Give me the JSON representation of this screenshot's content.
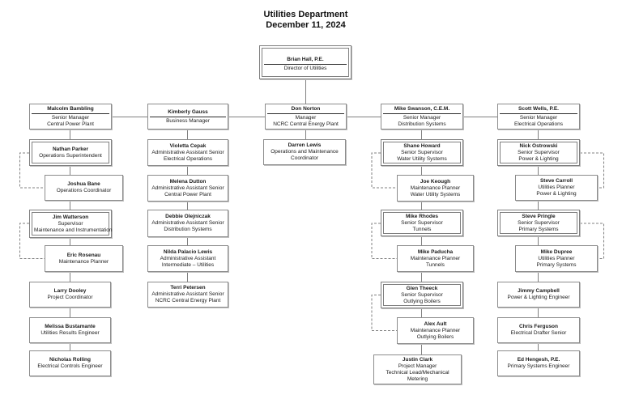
{
  "title": {
    "line1": "Utilities Department",
    "line2": "December 11, 2024"
  },
  "director": {
    "name": "Brian Hall, P.E.",
    "lines": [
      "Director of Utilities"
    ]
  },
  "managers": [
    {
      "name": "Malcolm Bambling",
      "lines": [
        "Senior Manager",
        "Central Power Plant"
      ]
    },
    {
      "name": "Kimberly Gauss",
      "lines": [
        "Business Manager"
      ]
    },
    {
      "name": "Don Norton",
      "lines": [
        "Manager",
        "NCRC Central Energy Plant"
      ]
    },
    {
      "name": "Mike Swanson, C.E.M.",
      "lines": [
        "Senior Manager",
        "Distribution Systems"
      ]
    },
    {
      "name": "Scott Wells, P.E.",
      "lines": [
        "Senior Manager",
        "Electrical Operations"
      ]
    }
  ],
  "columns": [
    [
      {
        "name": "Nathan Parker",
        "lines": [
          "Operations Superintendent"
        ]
      },
      {
        "name": "Joshua Bane",
        "lines": [
          "Operations Coordinator"
        ]
      },
      {
        "name": "Jim Watterson",
        "lines": [
          "Supervisor",
          "Maintenance and Instrumentation"
        ]
      },
      {
        "name": "Eric Rosenau",
        "lines": [
          "Maintenance Planner"
        ]
      },
      {
        "name": "Larry Dooley",
        "lines": [
          "Project Coordinator"
        ]
      },
      {
        "name": "Melissa Bustamante",
        "lines": [
          "Utilities Results Engineer"
        ]
      },
      {
        "name": "Nicholas Rolling",
        "lines": [
          "Electrical Controls Engineer"
        ]
      }
    ],
    [
      {
        "name": "Violetta Cepak",
        "lines": [
          "Administrative Assistant Senior",
          "Electrical Operations"
        ]
      },
      {
        "name": "Melena Dutton",
        "lines": [
          "Administrative Assistant Senior",
          "Central Power Plant"
        ]
      },
      {
        "name": "Debbie Olejniczak",
        "lines": [
          "Administrative Assistant Senior",
          "Distribution Systems"
        ]
      },
      {
        "name": "Nilda Palacio Lewis",
        "lines": [
          "Administrative Assistant",
          "Intermediate – Utilities"
        ]
      },
      {
        "name": "Terri Petersen",
        "lines": [
          "Administrative Assistant Senior",
          "NCRC Central Energy Plant"
        ]
      }
    ],
    [
      {
        "name": "Darren Lewis",
        "lines": [
          "Operations and Maintenance",
          "Coordinator"
        ]
      }
    ],
    [
      {
        "name": "Shane Howard",
        "lines": [
          "Senior Supervisor",
          "Water Utility Systems"
        ]
      },
      {
        "name": "Joe Keough",
        "lines": [
          "Maintenance Planner",
          "Water Utility Systems"
        ]
      },
      {
        "name": "Mike Rhodes",
        "lines": [
          "Senior Supervisor",
          "Tunnels"
        ]
      },
      {
        "name": "Mike Paducha",
        "lines": [
          "Maintenance Planner",
          "Tunnels"
        ]
      },
      {
        "name": "Glen Theeck",
        "lines": [
          "Senior Supervisor",
          "Outlying Boilers"
        ]
      },
      {
        "name": "Alex Ault",
        "lines": [
          "Maintenance Planner",
          "Outlying Boilers"
        ]
      },
      {
        "name": "Justin Clark",
        "lines": [
          "Project Manager",
          "Technical Lead/Mechanical",
          "Metering"
        ]
      }
    ],
    [
      {
        "name": "Nick Ostrowski",
        "lines": [
          "Senior Supervisor",
          "Power & Lighting"
        ]
      },
      {
        "name": "Steve Carroll",
        "lines": [
          "Utilities Planner",
          "Power & Lighting"
        ]
      },
      {
        "name": "Steve Pringle",
        "lines": [
          "Senior Supervisor",
          "Primary Systems"
        ]
      },
      {
        "name": "Mike Dupree",
        "lines": [
          "Utilities Planner",
          "Primary Systems"
        ]
      },
      {
        "name": "Jimmy Campbell",
        "lines": [
          "Power & Lighting Engineer"
        ]
      },
      {
        "name": "Chris Ferguson",
        "lines": [
          "Electrical Drafter Senior"
        ]
      },
      {
        "name": "Ed Hengesh, P.E.",
        "lines": [
          "Primary Systems Engineer"
        ]
      }
    ]
  ],
  "colors": {
    "connector_line": "#808080",
    "box_border": "#8c8c8c",
    "emphasis_border": "#7f7f7f",
    "text": "#1a1a1a"
  }
}
